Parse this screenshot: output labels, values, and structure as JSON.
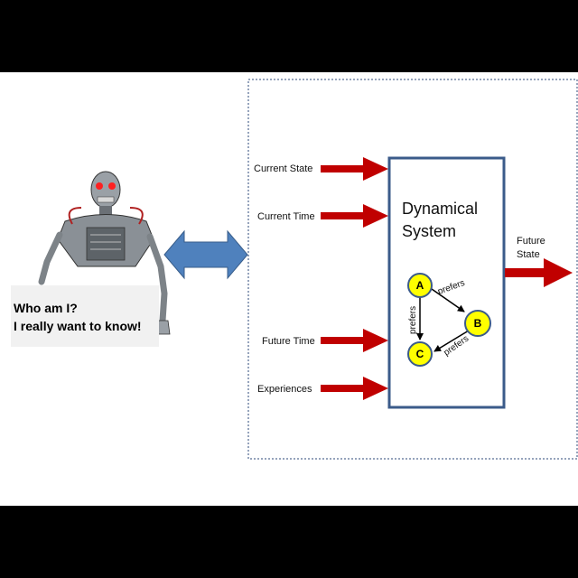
{
  "robot": {
    "speech_line1": "Who am I?",
    "speech_line2": "I really want to know!"
  },
  "inputs": [
    {
      "label": "Current State"
    },
    {
      "label": "Current Time"
    },
    {
      "label": "Future Time"
    },
    {
      "label": "Experiences"
    }
  ],
  "system": {
    "title_line1": "Dynamical",
    "title_line2": "System"
  },
  "output": {
    "label_line1": "Future",
    "label_line2": "State"
  },
  "graph": {
    "nodes": [
      "A",
      "B",
      "C"
    ],
    "edge_label": "prefers"
  },
  "colors": {
    "arrow_red": "#c00000",
    "double_arrow": "#4f81bd",
    "box_border": "#3b5b8a",
    "node_fill": "#ffff00",
    "node_border": "#3b5b8a",
    "dotted_border": "#2e4a78"
  }
}
